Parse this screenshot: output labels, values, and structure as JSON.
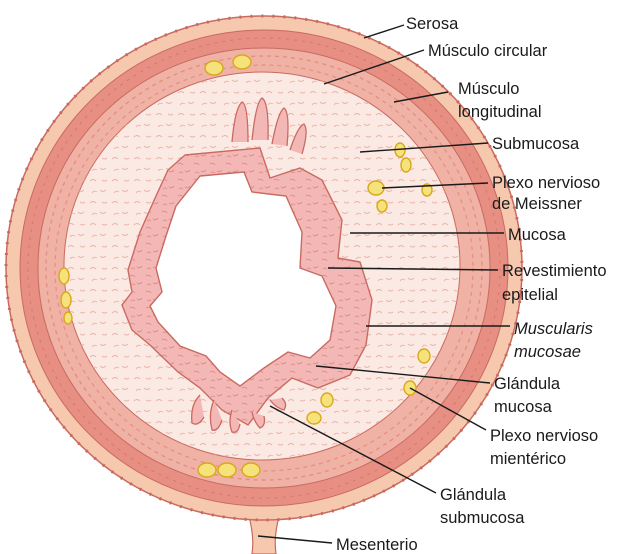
{
  "labels": {
    "serosa": "Serosa",
    "musculo_circular": "Músculo circular",
    "musculo_longitudinal_1": "Músculo",
    "musculo_longitudinal_2": "longitudinal",
    "submucosa": "Submucosa",
    "plexo_meissner_1": "Plexo nervioso",
    "plexo_meissner_2": "de Meissner",
    "mucosa": "Mucosa",
    "revestimiento_1": "Revestimiento",
    "revestimiento_2": "epitelial",
    "muscularis_1": "Muscularis",
    "muscularis_2": "mucosae",
    "glandula_mucosa_1": "Glándula",
    "glandula_mucosa_2": "mucosa",
    "plexo_mienterico_1": "Plexo nervioso",
    "plexo_mienterico_2": "mientérico",
    "glandula_submucosa_1": "Glándula",
    "glandula_submucosa_2": "submucosa",
    "mesenterio": "Mesenterio"
  },
  "colors": {
    "serosa": "#f6c8ad",
    "muscle_outer": "#e68f82",
    "muscle_band": "#f0b2a4",
    "submucosa": "#fbe9e3",
    "mucosa": "#f3b8b6",
    "outline": "#c96a60",
    "ganglion": "#f6e27a",
    "ganglion_outline": "#d8a81c"
  }
}
